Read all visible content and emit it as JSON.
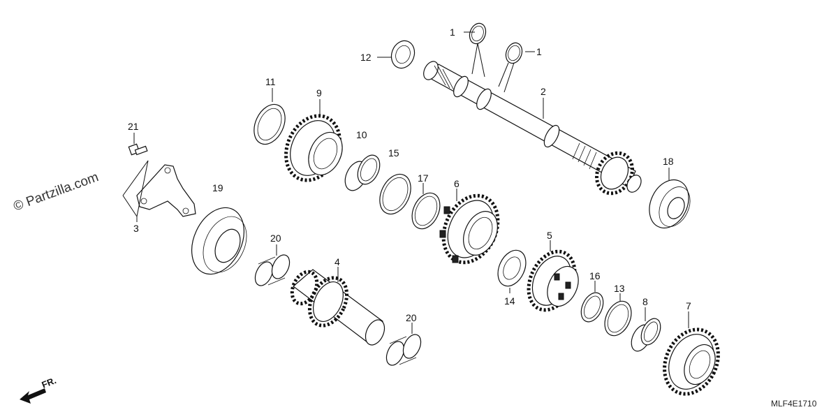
{
  "watermark": "© Partzilla.com",
  "diagram_code": "MLF4E1710",
  "front_indicator": "FR.",
  "callouts": {
    "c1a": "1",
    "c1b": "1",
    "c2": "2",
    "c3": "3",
    "c4": "4",
    "c5": "5",
    "c6": "6",
    "c7": "7",
    "c8": "8",
    "c9": "9",
    "c10": "10",
    "c11": "11",
    "c12": "12",
    "c13": "13",
    "c14": "14",
    "c15": "15",
    "c16": "16",
    "c17": "17",
    "c18": "18",
    "c19": "19",
    "c20a": "20",
    "c20b": "20",
    "c21": "21"
  }
}
